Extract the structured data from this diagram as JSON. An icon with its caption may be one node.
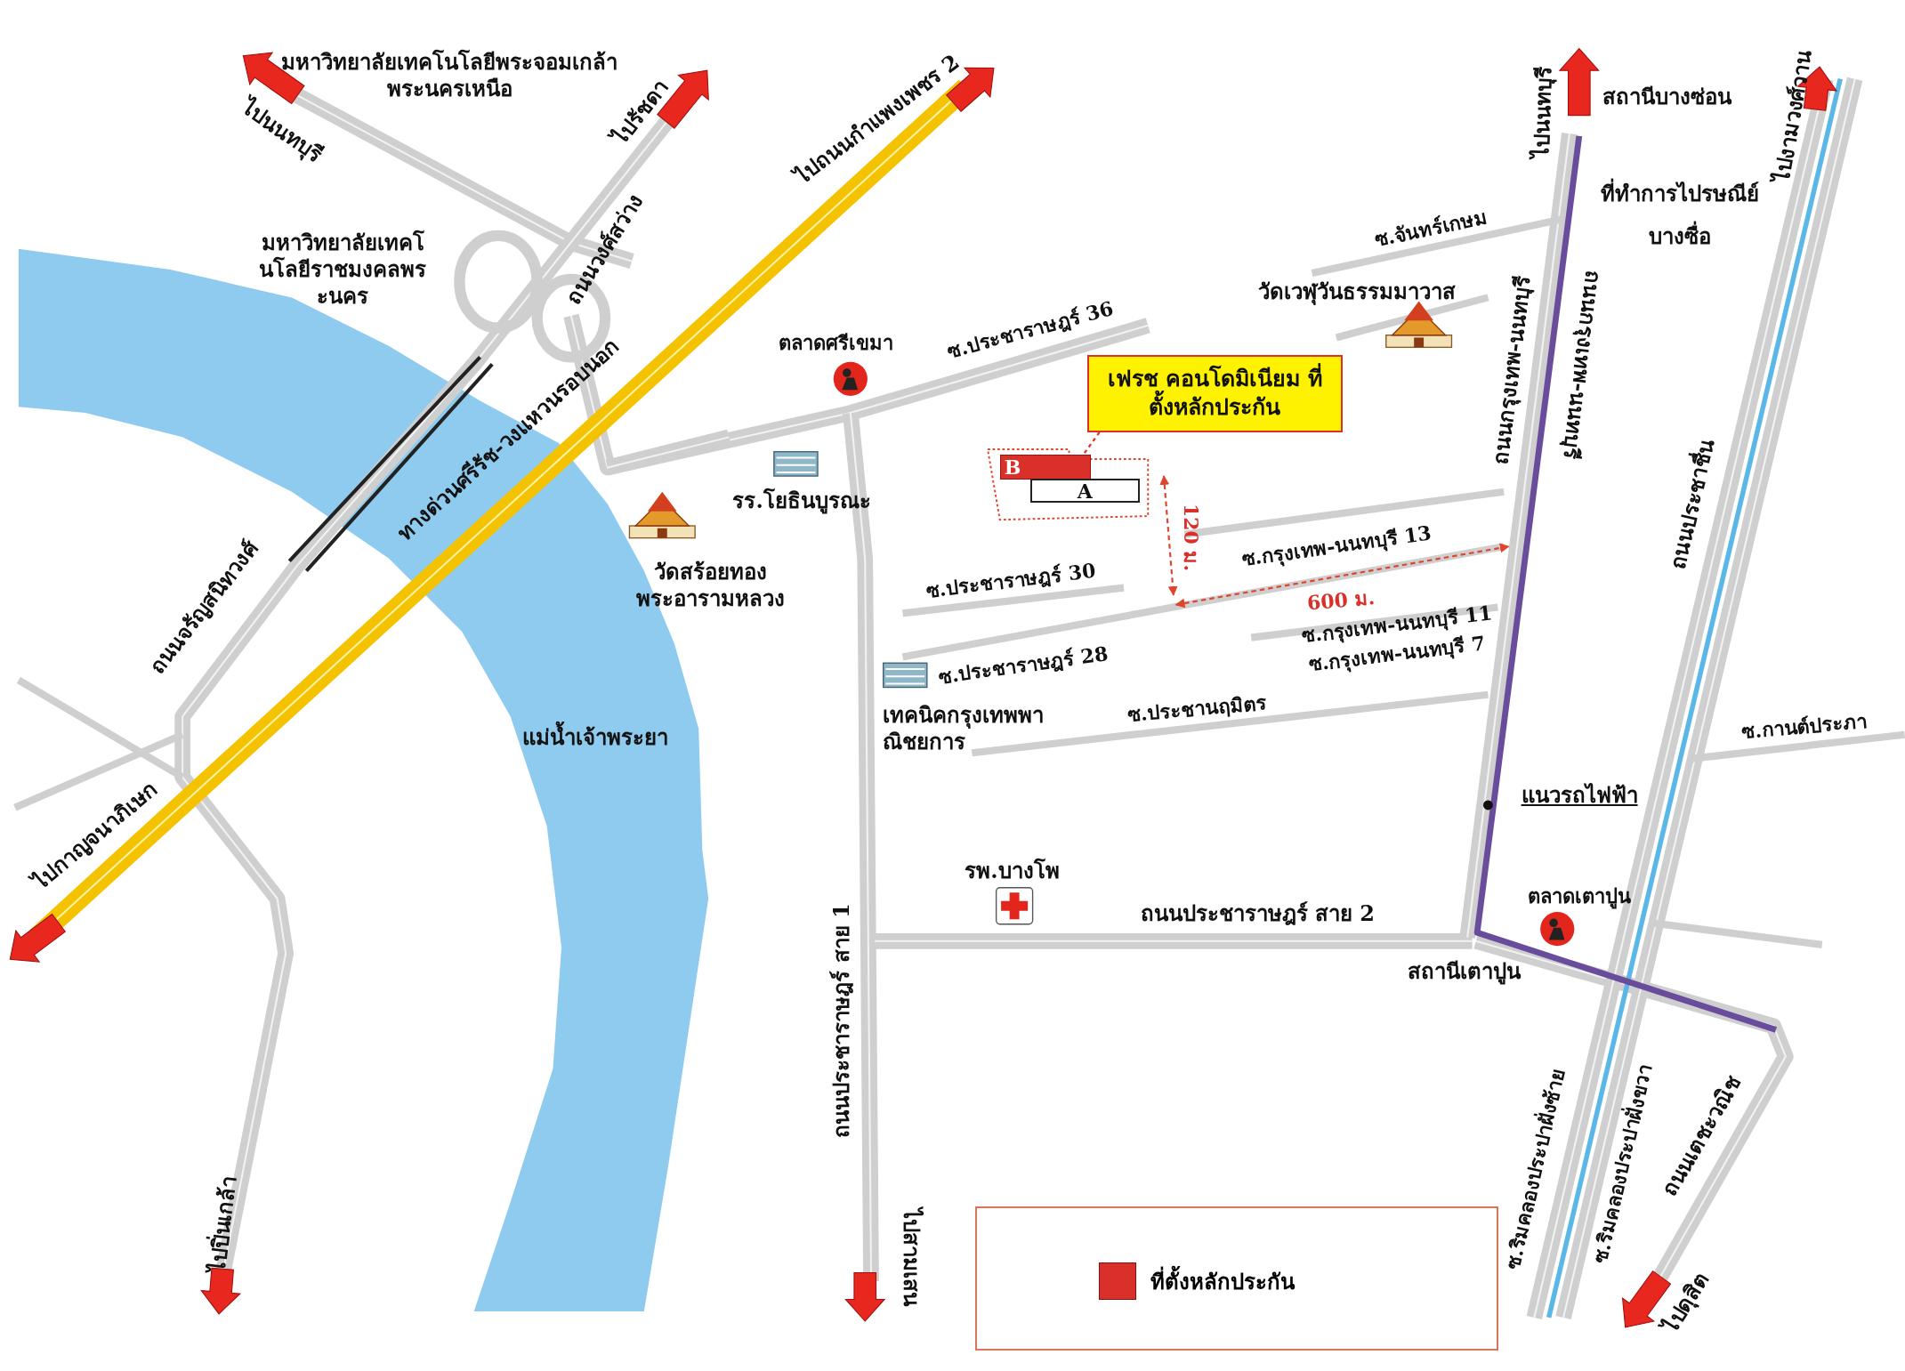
{
  "diagram": {
    "nodes": [
      {
        "text": [
          "เฟรช คอนโดมิเนียม ที่ตั้งหลักประกัน"
        ]
      },
      {
        "text": [
          "B"
        ]
      },
      {
        "text": [
          "A"
        ]
      }
    ],
    "edges": [
      {
        "from": 0,
        "to": 1,
        "arrow": "none",
        "style": "dashed"
      }
    ],
    "labels": [
      "มหาวิทยาลัยเทคโนโลยีพระจอมเกล้าพระนครเหนือ",
      "ไปนนทบุรี",
      "ไปรัชดา",
      "ไปถนนกำแพงเพชร 2",
      "สถานีบางซ่อน",
      "ไปนนทบุรี",
      "ไปงามวงศ์วาน",
      "ที่ทำการไปรษณีย์",
      "บางซื่อ",
      "ซ.จันทร์เกษม",
      "มหาวิทยาลัยเทคโนโลยีราชมงคลพระนคร",
      "ถนนวงศ์สว่าง",
      "วัดเวฬุวันธรรมมาวาส",
      "ถนนกรุงเทพ-นนทบุรี",
      "ถนนกรุงเทพ-นนทบุรี",
      "ตลาดศรีเขมา",
      "ซ.ประชาราษฎร์ 36",
      "ทางด่วนศรีรัช-วงแหวนรอบนอก",
      "รร.โยธินบูรณะ",
      "ถนนประชาชื่น",
      "วัดสร้อยทอง พระอารามหลวง",
      "ถนนจรัญสนิทวงศ์",
      "ซ.ประชาราษฎร์ 30",
      "ซ.กรุงเทพ-นนทบุรี 13",
      "120 ม.",
      "600 ม.",
      "ซ.กรุงเทพ-นนทบุรี 11",
      "ซ.ประชาราษฎร์ 28",
      "ซ.กรุงเทพ-นนทบุรี 7",
      "ซ.ประชานฤมิตร",
      "เทคนิคกรุงเทพพาณิชยการ",
      "ซ.กานต์ประภา",
      "แม่น้ำเจ้าพระยา",
      "แนวรถไฟฟ้า",
      "ไปกาญจนาภิเษก",
      "รพ.บางโพ",
      "ตลาดเตาปูน",
      "ถนนประชาราษฎร์ สาย 2",
      "สถานีเตาปูน",
      "ถนนประชาราษฎร์ สาย 1",
      "ถนนเตชะวณิช",
      "ซ.ริมคลองประปาฝั่งซ้าย",
      "ซ.ริมคลองประปาฝั่งขวา",
      "ไปสามเสน",
      "ไปปิ่นเกล้า",
      "ไปดุสิต"
    ],
    "legend": [
      {
        "text": "ที่ตั้งหลักประกัน",
        "color": "#d9302a"
      }
    ]
  }
}
